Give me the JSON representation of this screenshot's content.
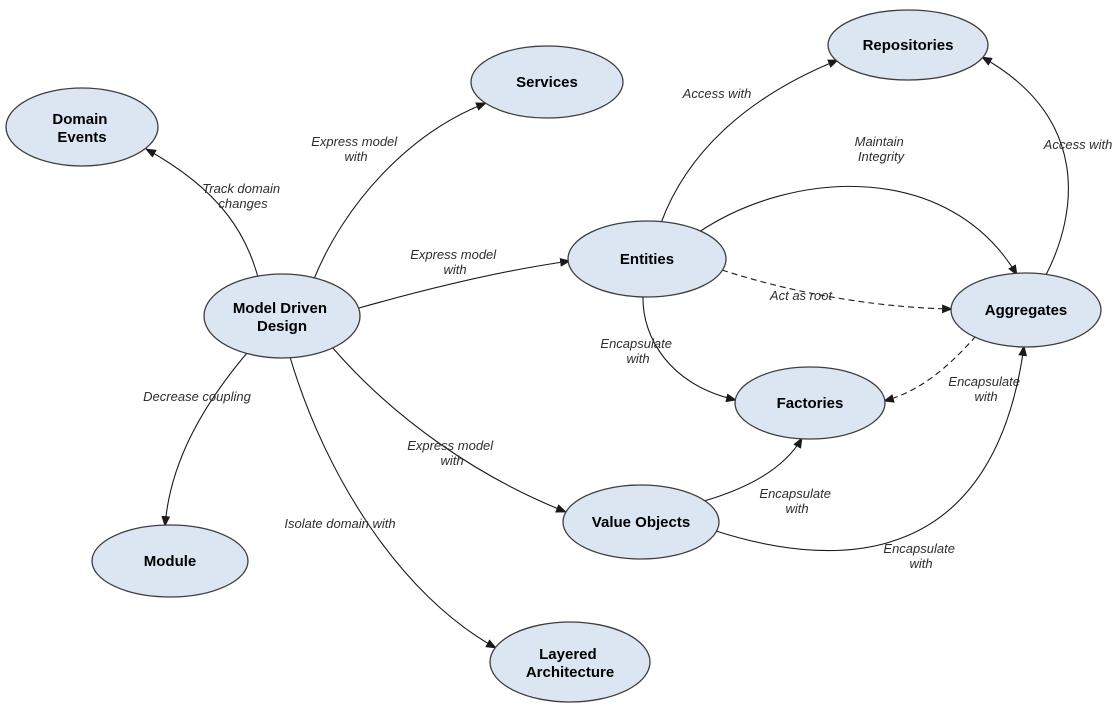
{
  "diagram": {
    "colors": {
      "background": "#ffffff",
      "node_fill": "#dce6f2",
      "node_stroke": "#3d3d3d",
      "node_label_color": "#000000",
      "edge_color": "#1a1a1a",
      "edge_label_color": "#2e2e2e"
    },
    "nodes": [
      {
        "id": "domain-events",
        "label": "Domain Events",
        "lines": [
          "Domain",
          "Events"
        ]
      },
      {
        "id": "services",
        "label": "Services",
        "lines": [
          "Services"
        ]
      },
      {
        "id": "repositories",
        "label": "Repositories",
        "lines": [
          "Repositories"
        ]
      },
      {
        "id": "entities",
        "label": "Entities",
        "lines": [
          "Entities"
        ]
      },
      {
        "id": "model-driven-design",
        "label": "Model Driven Design",
        "lines": [
          "Model Driven",
          "Design"
        ]
      },
      {
        "id": "aggregates",
        "label": "Aggregates",
        "lines": [
          "Aggregates"
        ]
      },
      {
        "id": "factories",
        "label": "Factories",
        "lines": [
          "Factories"
        ]
      },
      {
        "id": "module",
        "label": "Module",
        "lines": [
          "Module"
        ]
      },
      {
        "id": "value-objects",
        "label": "Value Objects",
        "lines": [
          "Value Objects"
        ]
      },
      {
        "id": "layered-architecture",
        "label": "Layered Architecture",
        "lines": [
          "Layered",
          "Architecture"
        ]
      }
    ],
    "edges": [
      {
        "from": "model-driven-design",
        "to": "domain-events",
        "label": "Track domain changes",
        "lines": [
          "Track domain",
          "changes"
        ],
        "style": "solid"
      },
      {
        "from": "model-driven-design",
        "to": "services",
        "label": "Express model with",
        "lines": [
          "Express model",
          "with"
        ],
        "style": "solid"
      },
      {
        "from": "model-driven-design",
        "to": "entities",
        "label": "Express model with",
        "lines": [
          "Express model",
          "with"
        ],
        "style": "solid"
      },
      {
        "from": "model-driven-design",
        "to": "value-objects",
        "label": "Express model with",
        "lines": [
          "Express model",
          "with"
        ],
        "style": "solid"
      },
      {
        "from": "model-driven-design",
        "to": "module",
        "label": "Decrease coupling",
        "lines": [
          "Decrease coupling"
        ],
        "style": "solid"
      },
      {
        "from": "model-driven-design",
        "to": "layered-architecture",
        "label": "Isolate domain with",
        "lines": [
          "Isolate domain with"
        ],
        "style": "solid"
      },
      {
        "from": "entities",
        "to": "repositories",
        "label": "Access with",
        "lines": [
          "Access with"
        ],
        "style": "solid"
      },
      {
        "from": "entities",
        "to": "aggregates",
        "label": "Act as root",
        "lines": [
          "Act as root"
        ],
        "style": "dashed"
      },
      {
        "from": "entities",
        "to": "factories",
        "label": "Encapsulate with",
        "lines": [
          "Encapsulate",
          "with"
        ],
        "style": "solid"
      },
      {
        "from": "value-objects",
        "to": "factories",
        "label": "Encapsulate with",
        "lines": [
          "Encapsulate",
          "with"
        ],
        "style": "solid"
      },
      {
        "from": "aggregates",
        "to": "factories",
        "label": "Encapsulate with",
        "lines": [
          "Encapsulate",
          "with"
        ],
        "style": "dashed"
      },
      {
        "from": "value-objects",
        "to": "aggregates",
        "label": "Encapsulate with",
        "lines": [
          "Encapsulate",
          "with"
        ],
        "style": "solid"
      },
      {
        "from": "entities",
        "to": "aggregates",
        "label": "Maintain Integrity",
        "lines": [
          "Maintain",
          "Integrity"
        ],
        "style": "solid"
      },
      {
        "from": "aggregates",
        "to": "repositories",
        "label": "Access with",
        "lines": [
          "Access with"
        ],
        "style": "solid"
      }
    ]
  }
}
